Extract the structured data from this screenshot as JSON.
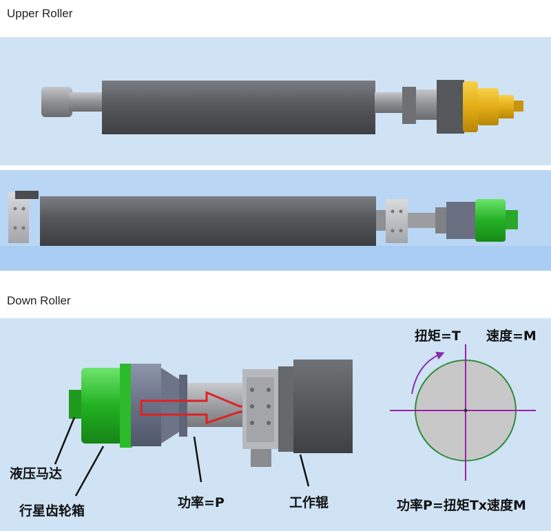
{
  "captions": {
    "upper": "Upper Roller",
    "down": "Down Roller"
  },
  "diagram_labels": {
    "hydraulic_motor": "液压马达",
    "planetary_gearbox": "行星齿轮箱",
    "power": "功率=P",
    "work_roller": "工作辊",
    "torque": "扭矩=T",
    "speed": "速度=M",
    "formula": "功率P=扭矩Tx速度M"
  },
  "colors": {
    "panel_bg": "#cfe3f5",
    "panel_bg2": "#b9d7f5",
    "roller_body": "#5a5c60",
    "shaft": "#9a9ca0",
    "yellow_part": "#e8b820",
    "green_part": "#2fb52f",
    "flow_arrow": "#e02020",
    "circle_fill": "#c8c8c8",
    "circle_stroke": "#2e8b3a",
    "axis": "#9b1fa8",
    "rotation_arrow": "#8a2bb0"
  }
}
